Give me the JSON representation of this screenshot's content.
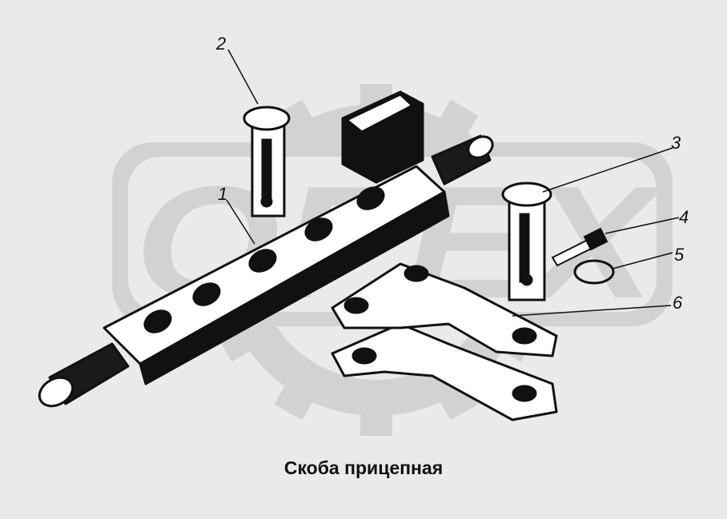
{
  "callouts": [
    {
      "id": "1",
      "label": "1"
    },
    {
      "id": "2",
      "label": "2"
    },
    {
      "id": "3",
      "label": "3"
    },
    {
      "id": "4",
      "label": "4"
    },
    {
      "id": "5",
      "label": "5"
    },
    {
      "id": "6",
      "label": "6"
    }
  ],
  "watermark": {
    "text": "OPEX",
    "icon": "gear-logo-watermark"
  },
  "caption": "Скоба прицепная",
  "colors": {
    "background": "#eaeaea",
    "watermark": "#d4d4d4",
    "ink": "#111111",
    "paper": "#ffffff"
  }
}
